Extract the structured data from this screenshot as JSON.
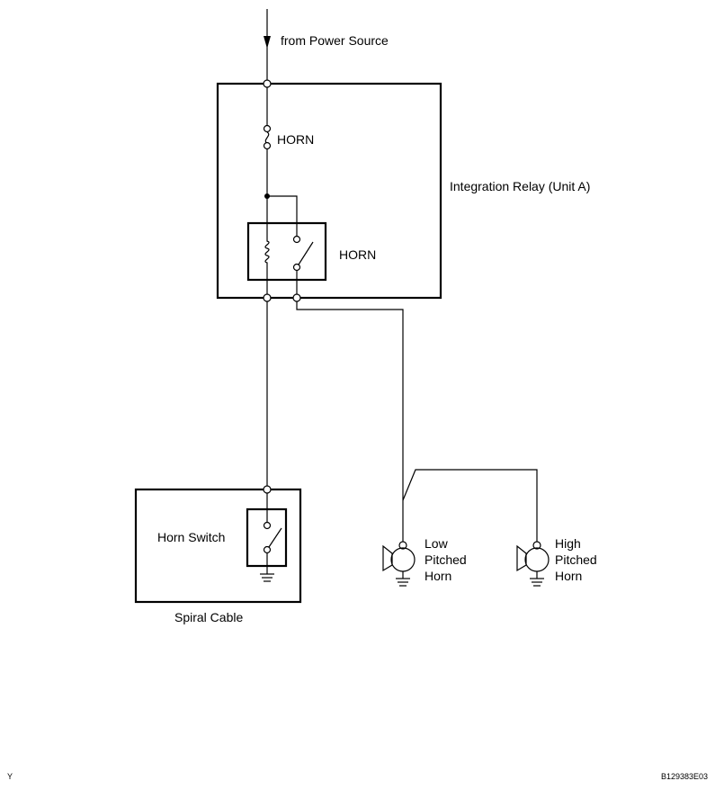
{
  "labels": {
    "power_source": "from Power Source",
    "fuse": "HORN",
    "relay_unit": "Integration Relay (Unit A)",
    "relay": "HORN",
    "horn_switch": "Horn Switch",
    "spiral_cable": "Spiral Cable",
    "low_horn": [
      "Low",
      "Pitched",
      "Horn"
    ],
    "high_horn": [
      "High",
      "Pitched",
      "Horn"
    ],
    "corner_left": "Y",
    "figure_code": "B129383E03"
  }
}
